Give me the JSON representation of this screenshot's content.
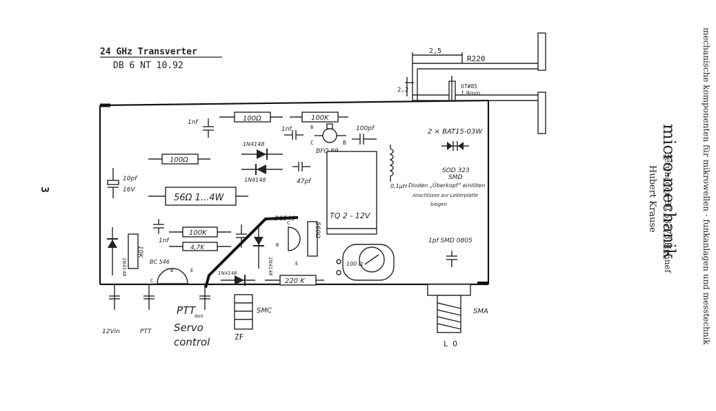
{
  "header": {
    "title": "24 GHz Transverter",
    "subtitle": "DB 6 NT   10.92",
    "page_number": "3"
  },
  "components": {
    "r_100_top": "100Ω",
    "r_100k_top": "100K",
    "c_1nf_left": "1nf",
    "c_1nf_mid": "1nf",
    "c_100pf": "100pf",
    "transistor_b_top": "B",
    "transistor_c": "C",
    "transistor_b2": "B",
    "transistor_name": "BFQ 69",
    "d_1n4148_a": "1N4148",
    "d_1n4148_b": "1N4148",
    "c_47pf": "47pf",
    "r_100_mid": "100Ω",
    "c_10pf": "10pf",
    "c_10pf_v": "16V",
    "r_56": "56Ω 1...4W",
    "bat_label": "2 × BAT15-03W",
    "sod_label": "SOD 323",
    "smd_label": "SMD",
    "inductor": "0,1µH",
    "dioden_note": "Dioden „Überkopf“ einlöten",
    "anschluss_note": "Anschlüsse zur Leiterplatte",
    "biegen_note": "biegen",
    "tq_label": "TQ 2 - 12V",
    "bc546_top": "BC546",
    "r_560": "560Ω",
    "r_100k_mid": "100K",
    "r_47k": "4,7K",
    "c_1nf_low": "1nf",
    "r_10k": "10K",
    "d_1n4148_v1": "1N4148",
    "d_1n4148_v2": "1N4148",
    "bc546_left": "BC\n546",
    "pin_b": "B",
    "pin_c": "C",
    "pin_e": "E",
    "pin_b2": "B",
    "pin_c2": "C",
    "pin_e2": "E",
    "d_1n4148_low": "1N4148",
    "r_220k": "220 K",
    "pot_100": "100 Ω",
    "c_1pf": "1pf SMD 0805",
    "wg_25": "2,5",
    "wg_22": "2,2",
    "r220": "R220",
    "ut85": "UT#85",
    "ut85_len": "1,9mm"
  },
  "connectors": {
    "in_12v": "12Vin",
    "ptt": "PTT",
    "ptt_hand": "PTT",
    "ptt_sub": "aus",
    "servo": "Servo",
    "control": "control",
    "smc": "SMC",
    "zf": "ZF",
    "sma": "SMA",
    "lo": "L O"
  },
  "sidebar": {
    "name": "Hubert Krause",
    "company": "micro-mechanik",
    "line1": "mechanische komponenten für mikrowellen · funkanlagen und messtechnik",
    "line2": "Berghagen 60   53773 Hennef"
  }
}
